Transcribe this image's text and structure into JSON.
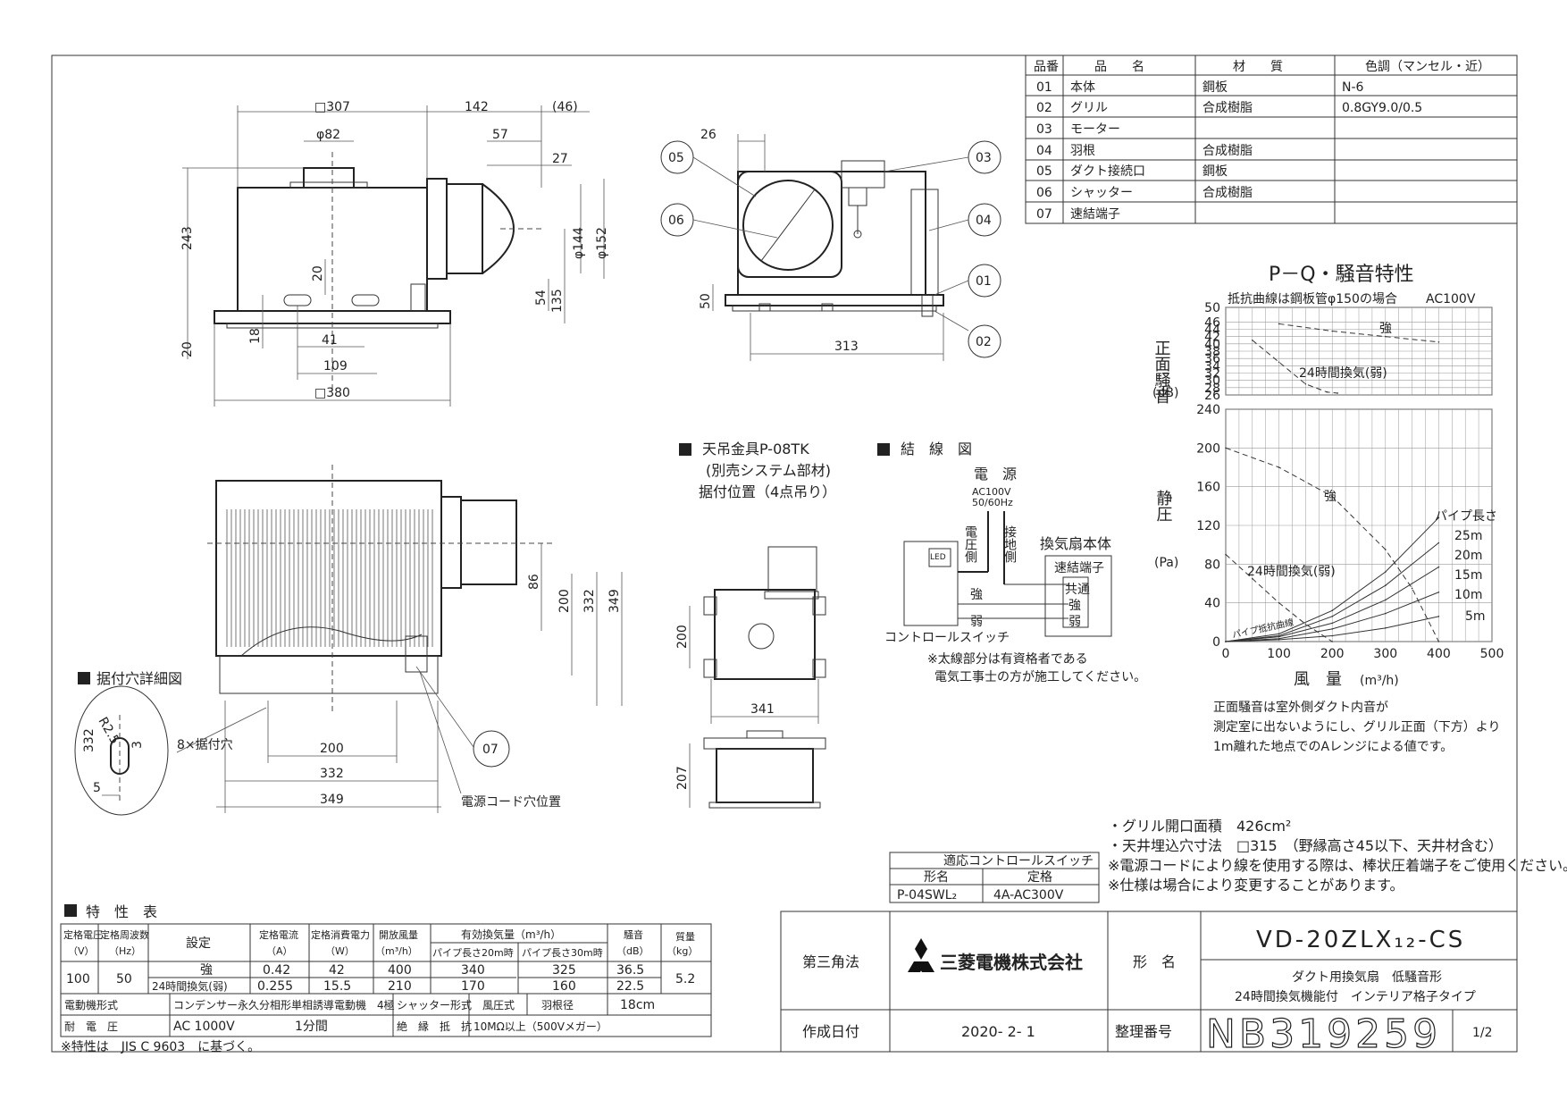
{
  "parts_table": {
    "headers": [
      "品番",
      "品　　名",
      "材　　質",
      "色調（マンセル・近）"
    ],
    "rows": [
      [
        "01",
        "本体",
        "鋼板",
        "N-6"
      ],
      [
        "02",
        "グリル",
        "合成樹脂",
        "0.8GY9.0/0.5"
      ],
      [
        "03",
        "モーター",
        "",
        ""
      ],
      [
        "04",
        "羽根",
        "合成樹脂",
        ""
      ],
      [
        "05",
        "ダクト接続口",
        "鋼板",
        ""
      ],
      [
        "06",
        "シャッター",
        "合成樹脂",
        ""
      ],
      [
        "07",
        "速結端子",
        "",
        ""
      ]
    ]
  },
  "top_view": {
    "dim_307": "□307",
    "dim_142": "142",
    "dim_46": "(46)",
    "dim_phi82": "φ82",
    "dim_57": "57",
    "dim_27": "27",
    "dim_243": "243",
    "dim_phi144": "φ144",
    "dim_phi152": "φ152",
    "dim_20a": "20",
    "dim_54": "54",
    "dim_135": "135",
    "dim_18": "18",
    "dim_41": "41",
    "dim_109": "109",
    "dim_20b": "20",
    "dim_380": "□380"
  },
  "side_view": {
    "dim_26": "26",
    "dim_50": "50",
    "dim_313": "313",
    "callouts": [
      "05",
      "06",
      "03",
      "04",
      "01",
      "02"
    ]
  },
  "bottom_view": {
    "dim_86": "86",
    "dim_200": "200",
    "dim_332": "332",
    "dim_349": "349",
    "dim_h200": "200",
    "dim_h332": "332",
    "dim_h349": "349",
    "callout_07": "07",
    "label_mount": "8×据付穴",
    "label_cord": "電源コード穴位置"
  },
  "mount_detail": {
    "title": "据付穴詳細図",
    "dim_332": "332",
    "dim_r": "R2.5",
    "dim_3": "3",
    "dim_5": "5"
  },
  "hanger": {
    "title": "天吊金具P-08TK",
    "sub1": "(別売システム部材)",
    "sub2": "据付位置（4点吊り）",
    "dim_200": "200",
    "dim_341": "341",
    "dim_207": "207"
  },
  "wiring": {
    "title": "結　線　図",
    "power": "電　源",
    "power_spec1": "AC100V",
    "power_spec2": "50/60Hz",
    "v_side": "電圧側",
    "ground": "接地側",
    "fan_body": "換気扇本体",
    "terminal": "速結端子",
    "t_common": "共通",
    "t_strong": "強",
    "t_weak": "弱",
    "sw_strong": "強",
    "sw_weak": "弱",
    "led": "LED",
    "switch_label": "コントロールスイッチ",
    "note1": "※太線部分は有資格者である",
    "note2": "電気工事士の方が施工してください。"
  },
  "chart_labels": {
    "title": "P－Q・騒音特性",
    "subtitle": "抵抗曲線は鋼板管φ150の場合",
    "ac": "AC100V",
    "noise_ylabel": "正面騒音",
    "noise_unit": "(dB)",
    "pres_ylabel": "静圧",
    "pres_unit": "(Pa)",
    "xlabel": "風　量",
    "xunit": "(m³/h)",
    "label_strong_n": "強",
    "label_24h_n": "24時間換気(弱)",
    "label_strong_p": "強",
    "label_24h_p": "24時間換気(弱)",
    "pipe_len": "パイプ長さ",
    "pipe_res": "パイプ抵抗曲線",
    "pipe_25": "25m",
    "pipe_20": "20m",
    "pipe_15": "15m",
    "pipe_10": "10m",
    "pipe_5": "5m"
  },
  "chart_note": {
    "line1": "正面騒音は室外側ダクト内音が",
    "line2": "測定室に出ないようにし、グリル正面（下方）より",
    "line3": "1m離れた地点でのAレンジによる値です。"
  },
  "chart_data": [
    {
      "type": "line",
      "title": "P－Q・騒音特性",
      "xlabel": "風　量",
      "ylabel": "正面騒音",
      "xlim": [
        0,
        500
      ],
      "ylim": [
        26,
        50
      ],
      "x_ticks": [
        0,
        100,
        200,
        300,
        400,
        500
      ],
      "y_ticks": [
        26,
        28,
        30,
        32,
        34,
        36,
        38,
        40,
        42,
        44,
        46,
        50
      ],
      "series": [
        {
          "name": "強",
          "x": [
            100,
            200,
            300,
            400
          ],
          "y": [
            45.5,
            43.5,
            42,
            40.5
          ]
        },
        {
          "name": "24時間換気(弱)",
          "x": [
            50,
            100,
            150,
            190,
            210
          ],
          "y": [
            41,
            35,
            29,
            26.8,
            26.5
          ]
        }
      ]
    },
    {
      "type": "line",
      "xlabel": "風　量",
      "ylabel": "静圧",
      "xlim": [
        0,
        500
      ],
      "ylim": [
        0,
        240
      ],
      "x_ticks": [
        0,
        100,
        200,
        300,
        400,
        500
      ],
      "y_ticks": [
        0,
        40,
        80,
        120,
        160,
        200,
        240
      ],
      "series": [
        {
          "name": "強",
          "x": [
            0,
            100,
            200,
            300,
            350,
            400
          ],
          "y": [
            200,
            180,
            150,
            95,
            55,
            0
          ]
        },
        {
          "name": "24時間換気(弱)",
          "x": [
            0,
            50,
            100,
            150,
            200
          ],
          "y": [
            90,
            65,
            40,
            18,
            0
          ]
        },
        {
          "name": "25m",
          "x": [
            0,
            100,
            200,
            300,
            400
          ],
          "y": [
            0,
            8,
            32,
            72,
            128
          ]
        },
        {
          "name": "20m",
          "x": [
            0,
            100,
            200,
            300,
            400
          ],
          "y": [
            0,
            6,
            26,
            58,
            102
          ]
        },
        {
          "name": "15m",
          "x": [
            0,
            100,
            200,
            300,
            400
          ],
          "y": [
            0,
            5,
            19,
            43,
            77
          ]
        },
        {
          "name": "10m",
          "x": [
            0,
            100,
            200,
            300,
            400
          ],
          "y": [
            0,
            3,
            13,
            29,
            51
          ]
        },
        {
          "name": "5m",
          "x": [
            0,
            100,
            200,
            300,
            400
          ],
          "y": [
            0,
            2,
            6,
            14,
            26
          ]
        }
      ]
    }
  ],
  "spec_notes": {
    "n1": "・グリル開口面積　426cm²",
    "n2": "・天井埋込穴寸法　□315　（野縁高さ45以下、天井材含む）",
    "n3": "※電源コードにより線を使用する際は、棒状圧着端子をご使用ください。",
    "n4": "※仕様は場合により変更することがあります。"
  },
  "switch_table": {
    "title": "適応コントロールスイッチ",
    "h1": "形名",
    "h2": "定格",
    "v1": "P-04SWL₂",
    "v2": "4A-AC300V"
  },
  "char_table": {
    "title": "特　性　表",
    "h_voltage": "定格電圧",
    "h_voltage_u": "（V）",
    "h_freq": "定格周波数",
    "h_freq_u": "（Hz）",
    "h_setting": "設定",
    "h_current": "定格電流",
    "h_current_u": "（A）",
    "h_power": "定格消費電力",
    "h_power_u": "（W）",
    "h_open": "開放風量",
    "h_open_u": "（m³/h）",
    "h_eff": "有効換気量（m³/h）",
    "h_eff20": "パイプ長さ20m時",
    "h_eff30": "パイプ長さ30m時",
    "h_noise": "騒音",
    "h_noise_u": "（dB）",
    "h_mass": "質量",
    "h_mass_u": "（kg）",
    "voltage": "100",
    "freq": "50",
    "mass": "5.2",
    "rows": [
      [
        "強",
        "0.42",
        "42",
        "400",
        "340",
        "325",
        "36.5"
      ],
      [
        "24時間換気(弱)",
        "0.255",
        "15.5",
        "210",
        "170",
        "160",
        "22.5"
      ]
    ],
    "motor_h": "電動機形式",
    "motor_v": "コンデンサー永久分相形単相誘導電動機　4極",
    "shutter_h": "シャッター形式",
    "shutter_v": "風圧式",
    "blade_h": "羽根径",
    "blade_v": "18cm",
    "withstand_h": "耐　電　圧",
    "withstand_v": "AC 1000V",
    "withstand_t": "1分間",
    "insul_h": "絶　縁　抵　抗",
    "insul_v": "10MΩ以上（500Vメガー）",
    "footnote": "※特性は　JIS C 9603　に基づく。"
  },
  "title_block": {
    "projection": "第三角法",
    "company": "三菱電機株式会社",
    "model_label": "形　名",
    "model": "VD-20ZLX₁₂-CS",
    "desc1": "ダクト用換気扇　低騒音形",
    "desc2": "24時間換気機能付　インテリア格子タイプ",
    "date_label": "作成日付",
    "date": "2020- 2- 1",
    "no_label": "整理番号",
    "no": "NB319259",
    "page": "1/2"
  }
}
